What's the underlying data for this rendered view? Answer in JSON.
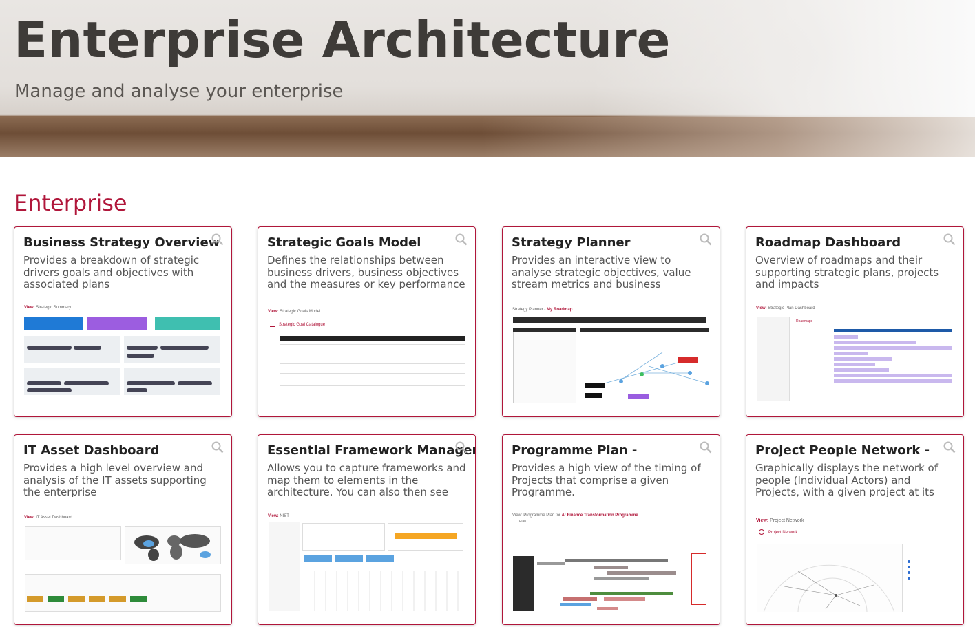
{
  "header": {
    "title": "Enterprise Architecture",
    "subtitle": "Manage and analyse your enterprise"
  },
  "section": {
    "title": "Enterprise"
  },
  "cards": [
    {
      "title": "Business Strategy Overview",
      "description": "Provides a breakdown of strategic drivers goals and objectives with associated plans",
      "preview_label": "View:",
      "preview_view": "Strategic Summary"
    },
    {
      "title": "Strategic Goals Model",
      "description": "Defines the relationships between business drivers, business objectives and the measures or key performance indicators (KPIs) used to",
      "preview_label": "View:",
      "preview_view": "Strategic Goals Model",
      "preview_heading": "Strategic Goal Catalogue"
    },
    {
      "title": "Strategy Planner",
      "description": "Provides an interactive view to analyse strategic objectives, value stream metrics and business capabilities to define strategic goals",
      "preview_label": "Strategy Planner -",
      "preview_view": "My Roadmap"
    },
    {
      "title": "Roadmap Dashboard",
      "description": "Overview of roadmaps and their supporting strategic plans, projects and impacts",
      "preview_label": "View:",
      "preview_view": "Strategic Plan Dashboard",
      "preview_heading": "Roadmaps"
    },
    {
      "title": "IT Asset Dashboard",
      "description": "Provides a high level overview and analysis of the IT assets supporting the enterprise",
      "preview_label": "View:",
      "preview_view": "IT Asset Dashboard"
    },
    {
      "title": "Essential Framework Manager",
      "description": "Allows you to capture frameworks and map them to elements in the architecture. You can also then see coverage of the framework",
      "preview_label": "View:",
      "preview_view": "NIST"
    },
    {
      "title": "Programme Plan -",
      "description": "Provides a high view of the timing of Projects that comprise a given Programme.",
      "preview_label": "View: Programme Plan for",
      "preview_view": "A: Finance Transformation Programme",
      "preview_heading": "Plan"
    },
    {
      "title": "Project People Network -",
      "description": "Graphically displays the network of people (Individual Actors) and Projects, with a given project at its centre",
      "preview_label": "View:",
      "preview_view": "Project Network",
      "preview_heading": "Project Network"
    }
  ],
  "colors": {
    "accent": "#b0163a",
    "title": "#3e3b38"
  }
}
